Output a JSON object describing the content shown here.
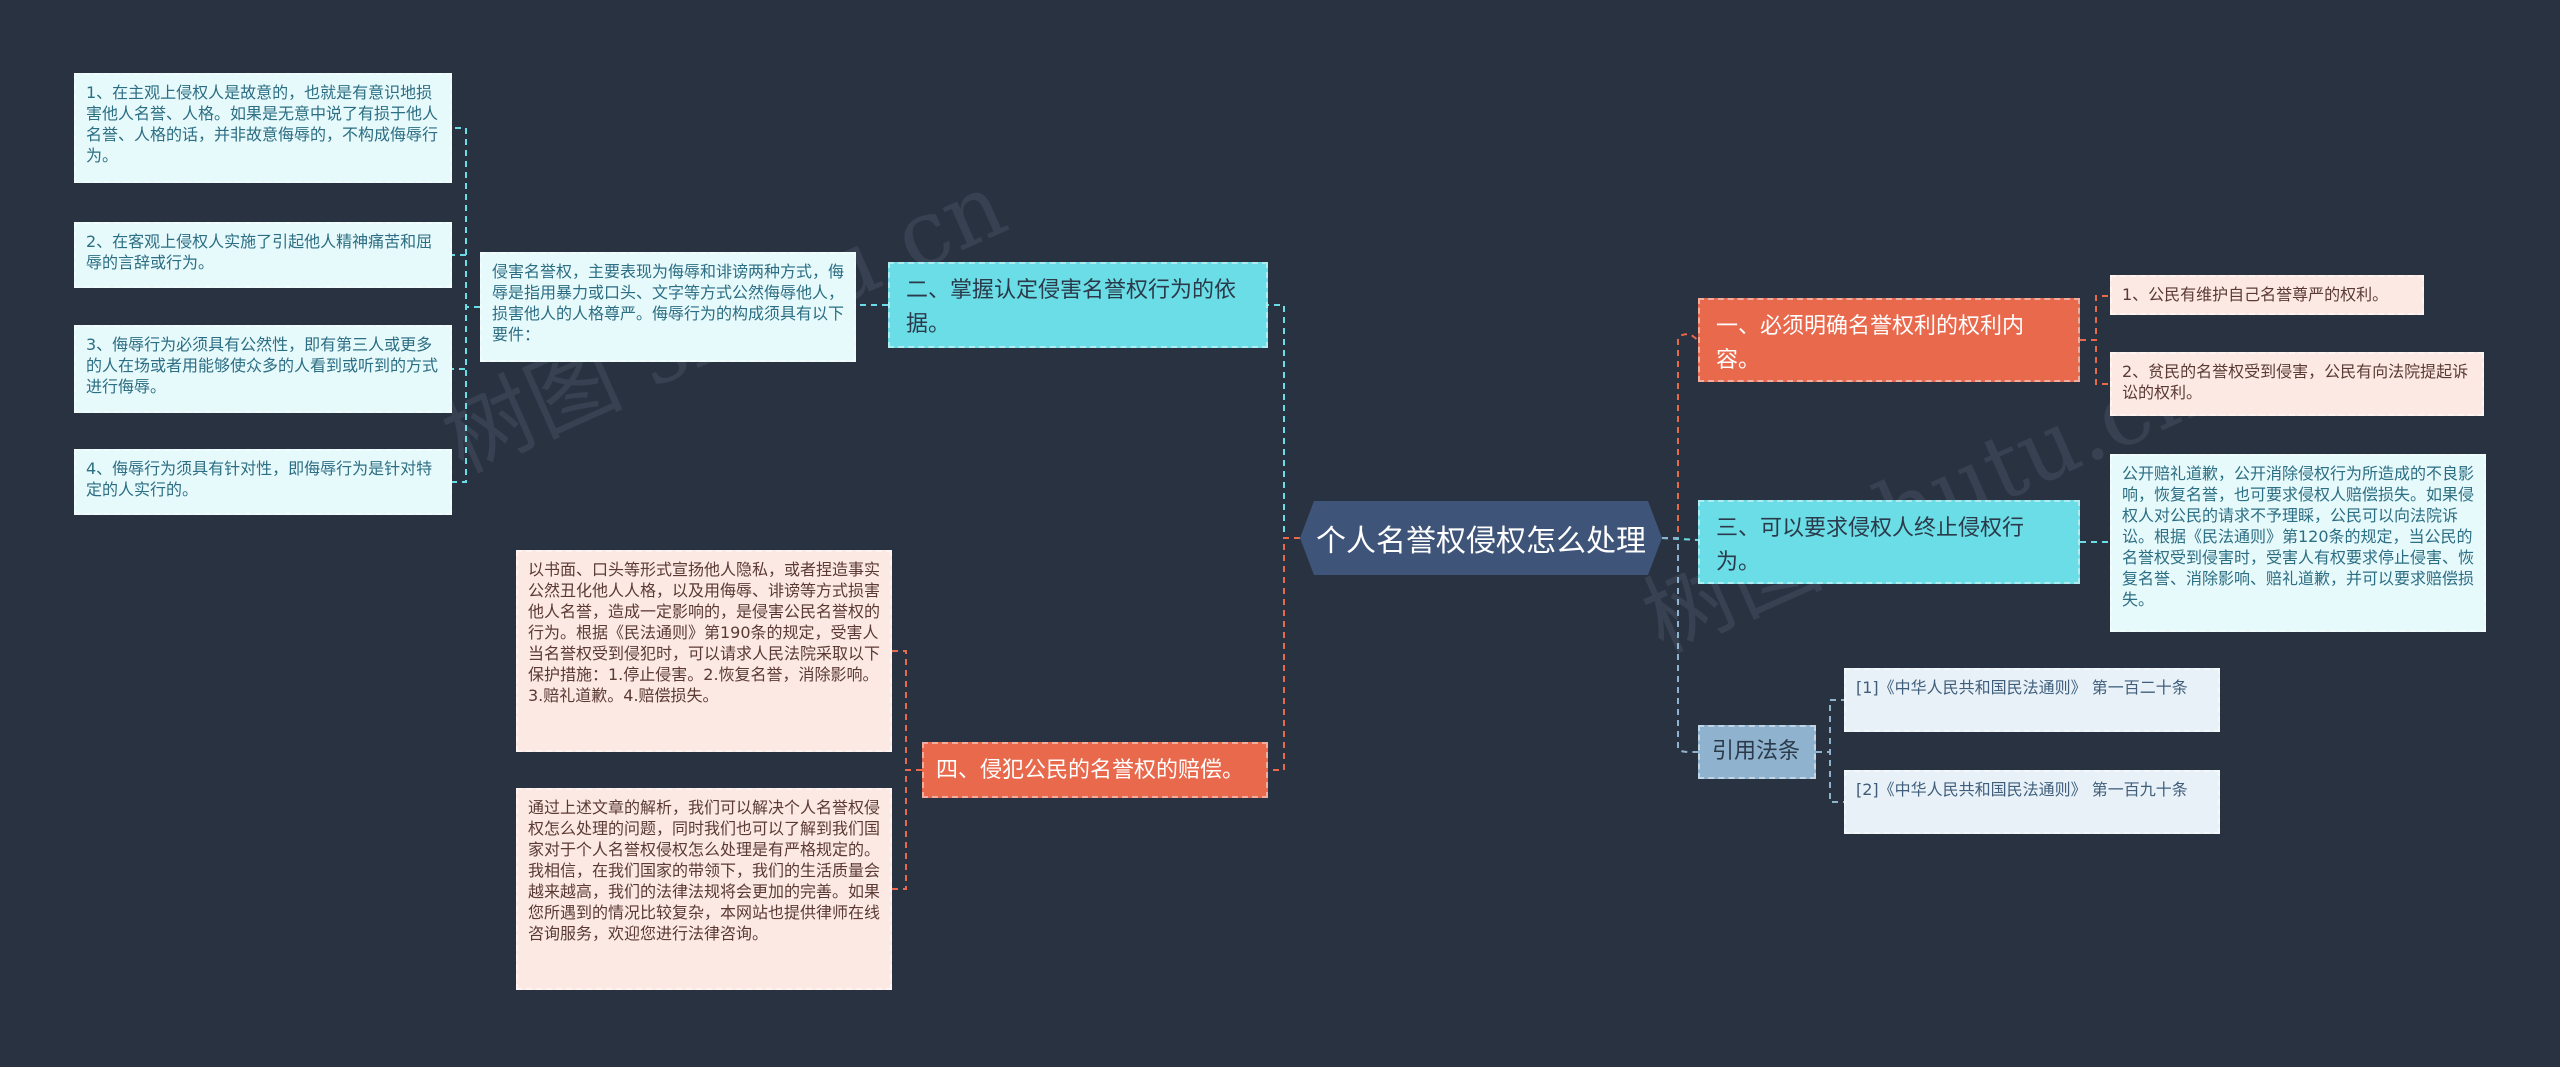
{
  "root": {
    "title": "个人名誉权侵权怎么处理"
  },
  "branches": {
    "b1": {
      "label": "一、必须明确名誉权利的权利内容。"
    },
    "b2": {
      "label": "二、掌握认定侵害名誉权行为的依据。"
    },
    "b3": {
      "label": "三、可以要求侵权人终止侵权行为。"
    },
    "b4": {
      "label": "四、侵犯公民的名誉权的赔偿。"
    },
    "b5": {
      "label": "引用法条"
    }
  },
  "leaves": {
    "b1_1": "1、公民有维护自己名誉尊严的权利。",
    "b1_2": "2、贫民的名誉权受到侵害，公民有向法院提起诉讼的权利。",
    "b2_main": "侵害名誉权，主要表现为侮辱和诽谤两种方式，侮辱是指用暴力或口头、文字等方式公然侮辱他人，损害他人的人格尊严。侮辱行为的构成须具有以下要件：",
    "b2_1": "1、在主观上侵权人是故意的，也就是有意识地损害他人名誉、人格。如果是无意中说了有损于他人名誉、人格的话，并非故意侮辱的，不构成侮辱行为。",
    "b2_2": "2、在客观上侵权人实施了引起他人精神痛苦和屈辱的言辞或行为。",
    "b2_3": "3、侮辱行为必须具有公然性，即有第三人或更多的人在场或者用能够使众多的人看到或听到的方式进行侮辱。",
    "b2_4": "4、侮辱行为须具有针对性，即侮辱行为是针对特定的人实行的。",
    "b3_1": "公开赔礼道歉，公开消除侵权行为所造成的不良影响，恢复名誉，也可要求侵权人赔偿损失。如果侵权人对公民的请求不予理睬，公民可以向法院诉讼。根据《民法通则》第120条的规定，当公民的名誉权受到侵害时，受害人有权要求停止侵害、恢复名誉、消除影响、赔礼道歉，并可以要求赔偿损失。",
    "b4_1": "以书面、口头等形式宣扬他人隐私，或者捏造事实公然丑化他人人格，以及用侮辱、诽谤等方式损害他人名誉，造成一定影响的，是侵害公民名誉权的行为。根据《民法通则》第190条的规定，受害人当名誉权受到侵犯时，可以请求人民法院采取以下保护措施：1.停止侵害。2.恢复名誉，消除影响。3.赔礼道歉。4.赔偿损失。",
    "b4_2": "通过上述文章的解析，我们可以解决个人名誉权侵权怎么处理的问题，同时我们也可以了解到我们国家对于个人名誉权侵权怎么处理是有严格规定的。我相信，在我们国家的带领下，我们的生活质量会越来越高，我们的法律法规将会更加的完善。如果您所遇到的情况比较复杂，本网站也提供律师在线咨询服务，欢迎您进行法律咨询。",
    "b5_1": "[1]《中华人民共和国民法通则》 第一百二十条",
    "b5_2": "[2]《中华人民共和国民法通则》 第一百九十条"
  },
  "watermark": {
    "text": "树图 shutu.cn"
  },
  "colors": {
    "background": "#293241",
    "root": "#3e5478",
    "cyan": "#6bdde6",
    "red": "#e9694d",
    "blue": "#8fb3cf",
    "link_cyan": "#6bdde6",
    "link_red": "#e9694d",
    "link_blue": "#8fb3cf"
  }
}
